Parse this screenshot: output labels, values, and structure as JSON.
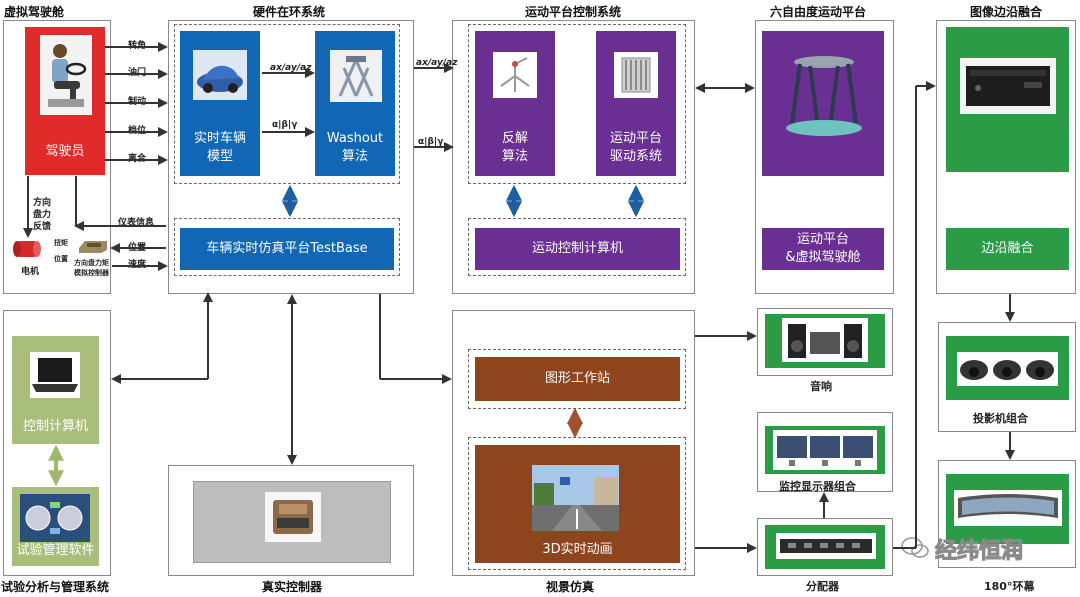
{
  "panels": {
    "cockpit": "虚拟驾驶舱",
    "hil": "硬件在环系统",
    "motion_ctrl": "运动平台控制系统",
    "six_dof": "六自由度运动平台",
    "edge_blend": "图像边沿融合",
    "test_mgmt": "试验分析与管理系统",
    "real_ctrl": "真实控制器",
    "visual": "视景仿真"
  },
  "cockpit": {
    "driver": "驾驶员",
    "inputs": [
      "转角",
      "油门",
      "制动",
      "档位",
      "离合"
    ],
    "feedback": [
      "方向",
      "盘力",
      "反馈"
    ],
    "motor": "电机",
    "torque_pos": [
      "扭矩",
      "位置"
    ],
    "simulator": [
      "方向盘力矩",
      "模拟控制器"
    ],
    "dash_info": "仪表信息",
    "position": "位置",
    "speed": "速度"
  },
  "hil": {
    "vehicle_model": [
      "实时车辆",
      "模型"
    ],
    "washout": [
      "Washout",
      "算法"
    ],
    "accel": "ax/ay/az",
    "angles": "α|β|γ",
    "testbase": "车辆实时仿真平台TestBase"
  },
  "motion": {
    "inverse": [
      "反解",
      "算法"
    ],
    "driver_sys": [
      "运动平台",
      "驱动系统"
    ],
    "computer": "运动控制计算机",
    "accel": "ax/ay/az",
    "angles": "α|β|γ"
  },
  "six_dof": {
    "label": [
      "运动平台",
      "&虚拟驾驶舱"
    ]
  },
  "edge": {
    "label": "边沿融合"
  },
  "test": {
    "control_pc": "控制计算机",
    "software": "试验管理软件"
  },
  "visual": {
    "workstation": "图形工作站",
    "animation": "3D实时动画"
  },
  "right": {
    "audio": "音响",
    "monitors": "监控显示器组合",
    "splitter": "分配器",
    "projectors": "投影机组合",
    "screen": "180°环幕"
  },
  "watermark": "经纬恒润"
}
